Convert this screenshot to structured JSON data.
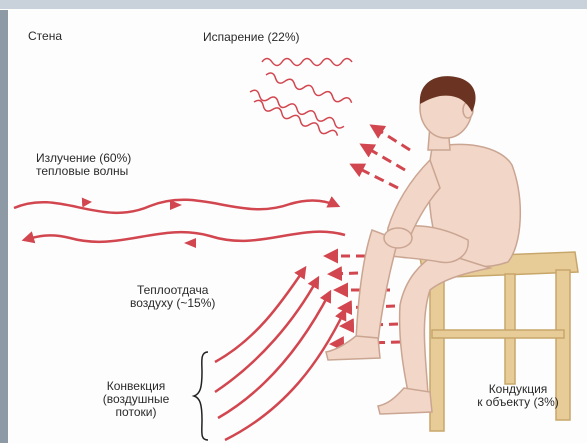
{
  "labels": {
    "wall": "Стена",
    "evaporation": "Испарение (22%)",
    "radiation_line1": "Излучение (60%)",
    "radiation_line2": "тепловые волны",
    "air_line1": "Теплоотдача",
    "air_line2": "воздуху (~15%)",
    "convection_line1": "Конвекция",
    "convection_line2": "(воздушные",
    "convection_line3": "потоки)",
    "conduction_line1": "Кондукция",
    "conduction_line2": "к объекту (3%)"
  },
  "colors": {
    "arrow": "#d2464f",
    "skin": "#f2d6c8",
    "skin_outline": "#caa592",
    "hair": "#6b3422",
    "stool": "#e8cc98",
    "stool_outline": "#c7a66a",
    "wall": "#8d9aa6"
  },
  "icons": [
    "seated-person-figure",
    "wooden-stool",
    "wall-bar"
  ]
}
